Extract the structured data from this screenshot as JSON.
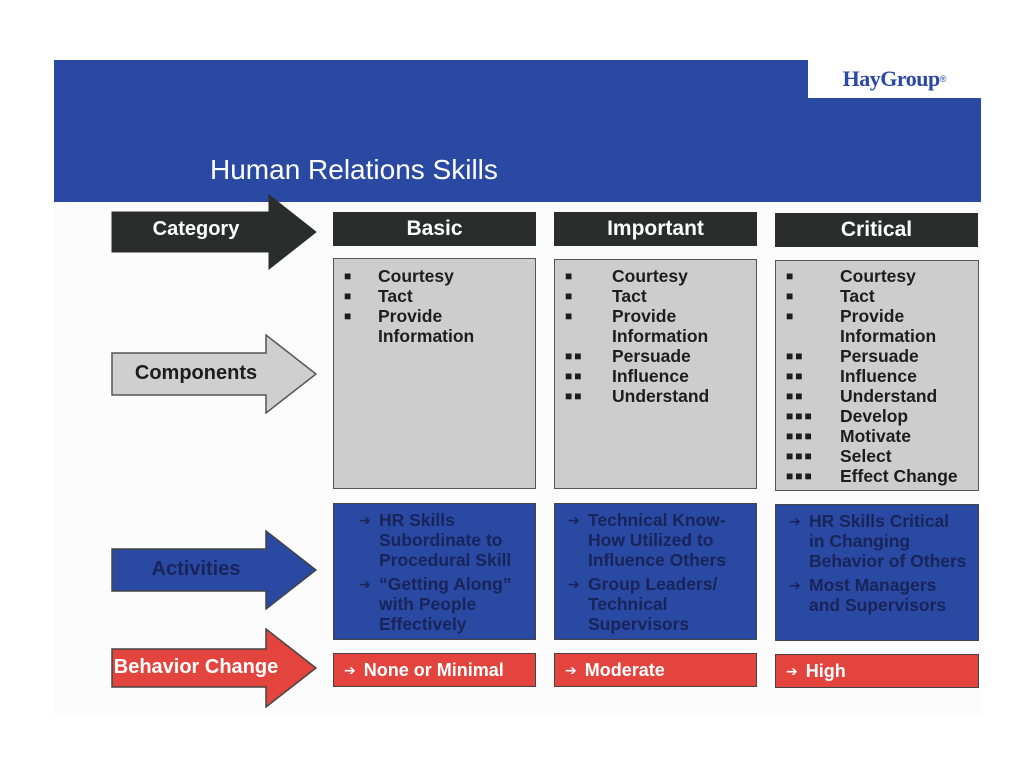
{
  "brand": {
    "logo_text": "HayGroup",
    "logo_mark": "®"
  },
  "title": "Human Relations Skills",
  "row_labels": {
    "category": "Category",
    "components": "Components",
    "activities": "Activities",
    "behavior_change": "Behavior Change"
  },
  "columns": [
    {
      "header": "Basic",
      "components": [
        {
          "level": 1,
          "text": "Courtesy"
        },
        {
          "level": 1,
          "text": "Tact"
        },
        {
          "level": 1,
          "text": "Provide"
        },
        {
          "level": 0,
          "text": "Information"
        }
      ],
      "activities": [
        {
          "lines": [
            "HR Skills",
            "Subordinate to",
            "Procedural Skill"
          ]
        },
        {
          "lines": [
            "“Getting Along”",
            "with People",
            "Effectively"
          ]
        }
      ],
      "behavior_change": "None or Minimal"
    },
    {
      "header": "Important",
      "components": [
        {
          "level": 1,
          "text": "Courtesy"
        },
        {
          "level": 1,
          "text": "Tact"
        },
        {
          "level": 1,
          "text": "Provide"
        },
        {
          "level": 0,
          "text": "Information"
        },
        {
          "level": 2,
          "text": "Persuade"
        },
        {
          "level": 2,
          "text": "Influence"
        },
        {
          "level": 2,
          "text": "Understand"
        }
      ],
      "activities": [
        {
          "lines": [
            "Technical Know-",
            "How Utilized to",
            "Influence Others"
          ]
        },
        {
          "lines": [
            "Group Leaders/",
            "Technical",
            "Supervisors"
          ]
        }
      ],
      "behavior_change": "Moderate"
    },
    {
      "header": "Critical",
      "components": [
        {
          "level": 1,
          "text": "Courtesy"
        },
        {
          "level": 1,
          "text": "Tact"
        },
        {
          "level": 1,
          "text": "Provide"
        },
        {
          "level": 0,
          "text": "Information"
        },
        {
          "level": 2,
          "text": "Persuade"
        },
        {
          "level": 2,
          "text": "Influence"
        },
        {
          "level": 2,
          "text": "Understand"
        },
        {
          "level": 3,
          "text": "Develop"
        },
        {
          "level": 3,
          "text": "Motivate"
        },
        {
          "level": 3,
          "text": "Select"
        },
        {
          "level": 3,
          "text": "Effect Change"
        }
      ],
      "activities": [
        {
          "lines": [
            "HR Skills Critical",
            "in Changing",
            "Behavior of Others"
          ]
        },
        {
          "lines": [
            "Most Managers",
            "and Supervisors"
          ]
        }
      ],
      "behavior_change": "High"
    }
  ],
  "colors": {
    "header_band": "#2a49a3",
    "category_row": "#2a2d2b",
    "components_row": "#cdcdcd",
    "activities_row": "#2a49a3",
    "behavior_row": "#e4443e"
  }
}
